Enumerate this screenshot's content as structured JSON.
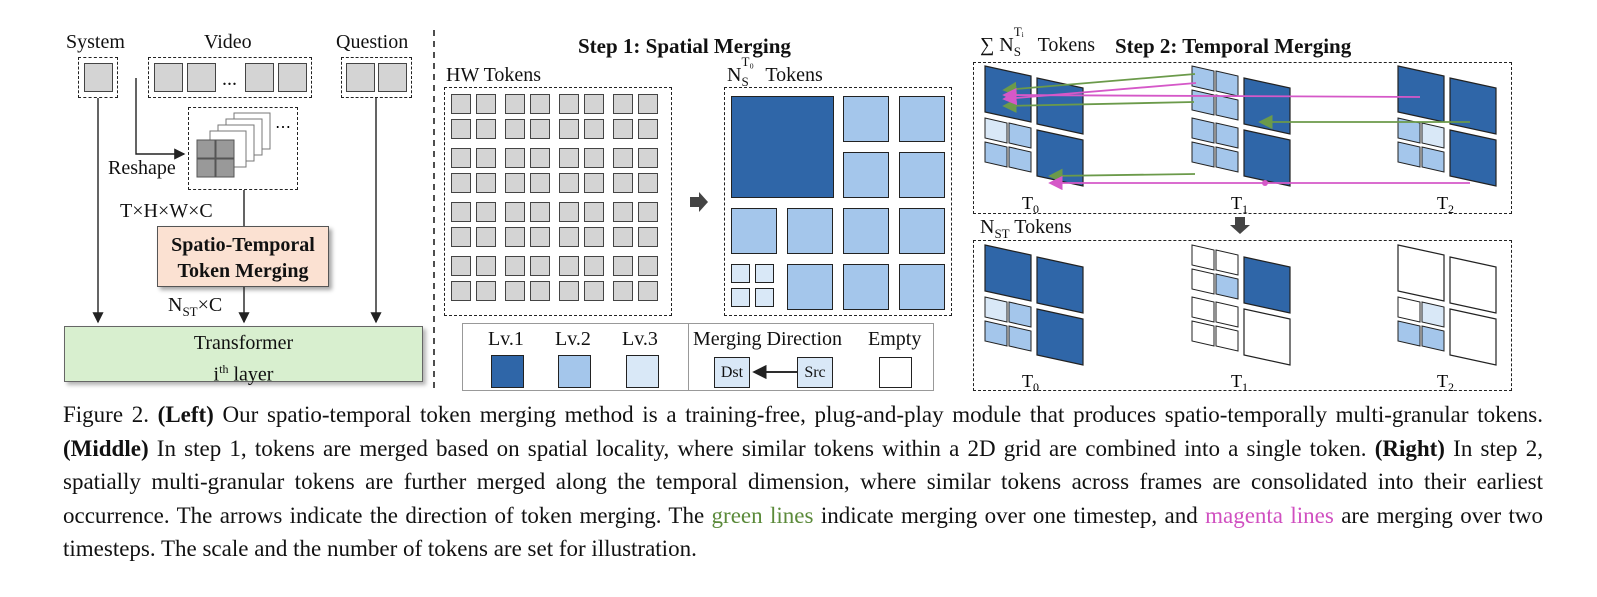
{
  "left_panel": {
    "system_label": "System",
    "video_label": "Video",
    "ellipsis": "...",
    "question_label": "Question",
    "reshape_label": "Reshape",
    "dims_label": "T×H×W×C",
    "merge_box_line1": "Spatio-Temporal",
    "merge_box_line2": "Token Merging",
    "nst_c_label_main": "N",
    "nst_c_label_sub": "ST",
    "nst_c_label_rest": "×C",
    "transformer_line1": "Transformer",
    "transformer_line2_main": "i",
    "transformer_line2_sup": "th",
    "transformer_line2_rest": " layer"
  },
  "middle_panel": {
    "title": "Step 1: Spatial Merging",
    "hw_tokens_label": "HW Tokens",
    "ns_t0_label_main": "N",
    "ns_t0_label_sub": "S",
    "ns_t0_label_sup": "T₀",
    "ns_t0_label_rest": " Tokens",
    "legend": {
      "lv1": "Lv.1",
      "lv2": "Lv.2",
      "lv3": "Lv.3",
      "merging_direction": "Merging Direction",
      "dst": "Dst",
      "src": "Src",
      "empty": "Empty"
    }
  },
  "right_panel": {
    "title": "Step 2: Temporal Merging",
    "sum_label_main": "∑ N",
    "sum_label_sub": "S",
    "sum_label_sup": "Tᵢ",
    "sum_label_rest": " Tokens",
    "nst_label_main": "N",
    "nst_label_sub": "ST",
    "nst_label_rest": " Tokens",
    "t0": "T",
    "t0_sub": "0",
    "t1": "T",
    "t1_sub": "1",
    "t2": "T",
    "t2_sub": "2"
  },
  "colors": {
    "lv1": "#2f66a8",
    "lv2": "#a4c6eb",
    "lv3": "#d9e8f7",
    "green_line": "#6b9a4a",
    "magenta_line": "#d558c8",
    "merge_box_fill": "#fbe1d2",
    "transformer_fill": "#d8efcf"
  },
  "caption": {
    "fig": "Figure 2. ",
    "left_tag": "(Left)",
    "left_text": " Our spatio-temporal token merging method is a training-free, plug-and-play module that produces spatio-temporally multi-granular tokens. ",
    "middle_tag": "(Middle)",
    "middle_text": " In step 1, tokens are merged based on spatial locality, where similar tokens within a 2D grid are combined into a single token. ",
    "right_tag": "(Right)",
    "right_text": " In step 2, spatially multi-granular tokens are further merged along the temporal dimension, where similar tokens across frames are consolidated into their earliest occurrence. The arrows indicate the direction of token merging. The ",
    "green_text": "green lines",
    "mid_text": " indicate merging over one timestep, and ",
    "magenta_text": "magenta lines",
    "end_text": " are merging over two timesteps. The scale and the number of tokens are set for illustration."
  }
}
